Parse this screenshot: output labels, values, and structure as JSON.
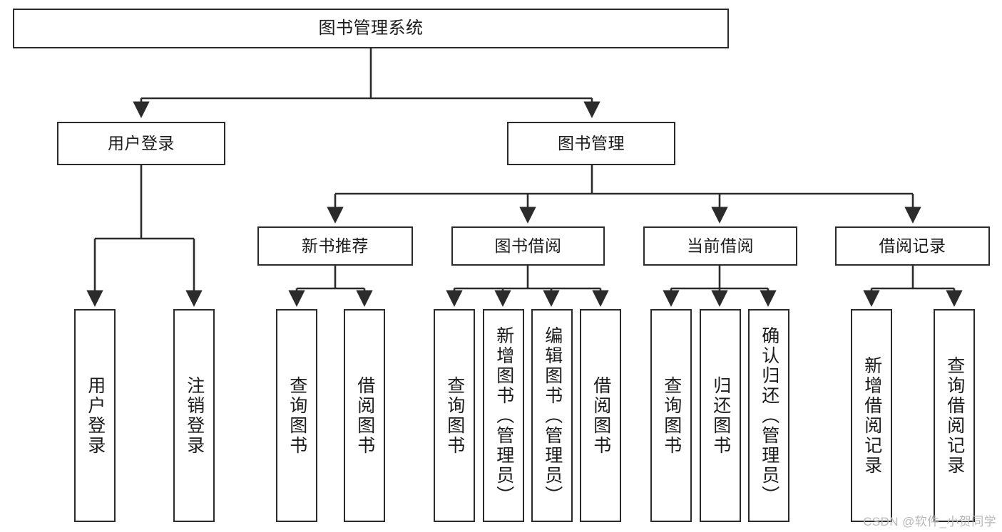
{
  "diagram": {
    "title": "图书管理系统",
    "type": "tree-hierarchy-diagram",
    "watermark": "CSDN @软件_小贺同学",
    "colors": {
      "stroke": "#2b2b2b",
      "fill": "#ffffff",
      "text": "#1b1b1b",
      "watermark": "#b9b9b9"
    }
  },
  "nodes": {
    "root": {
      "label": "图书管理系统"
    },
    "level1": [
      {
        "label": "用户登录"
      },
      {
        "label": "图书管理"
      }
    ],
    "level2": [
      {
        "label": "新书推荐"
      },
      {
        "label": "图书借阅"
      },
      {
        "label": "当前借阅"
      },
      {
        "label": "借阅记录"
      }
    ],
    "leaves": {
      "user_login": [
        {
          "label": "用户登录"
        },
        {
          "label": "注销登录"
        }
      ],
      "new_book_recommend": [
        {
          "label": "查询图书"
        },
        {
          "label": "借阅图书"
        }
      ],
      "book_borrow": [
        {
          "label": "查询图书"
        },
        {
          "label": "新增图书（管理员）"
        },
        {
          "label": "编辑图书（管理员）"
        },
        {
          "label": "借阅图书"
        }
      ],
      "current_borrow": [
        {
          "label": "查询图书"
        },
        {
          "label": "归还图书"
        },
        {
          "label": "确认归还（管理员）"
        }
      ],
      "borrow_record": [
        {
          "label": "新增借阅记录"
        },
        {
          "label": "查询借阅记录"
        }
      ]
    }
  }
}
